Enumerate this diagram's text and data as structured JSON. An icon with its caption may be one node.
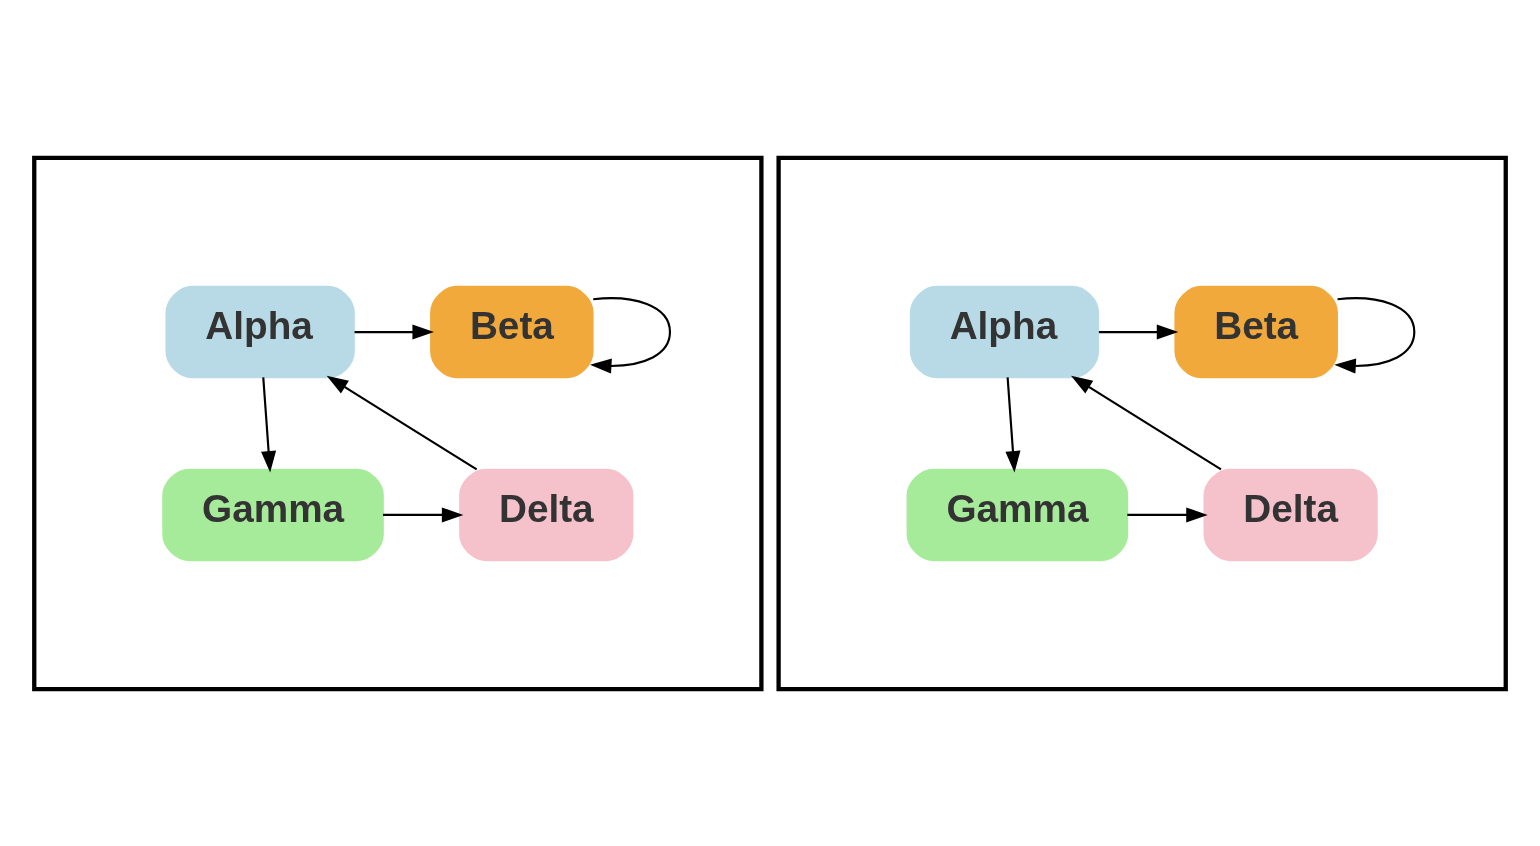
{
  "diagram": {
    "nodes": [
      {
        "text": [],
        "shape": "box"
      },
      {
        "text": [
          "Alpha"
        ],
        "in": 0
      },
      {
        "text": [
          "Beta"
        ],
        "in": 0
      },
      {
        "text": [
          "Gamma"
        ],
        "in": 0
      },
      {
        "text": [
          "Delta"
        ],
        "in": 0
      },
      {
        "text": [],
        "shape": "box"
      },
      {
        "text": [
          "Alpha"
        ],
        "in": 5
      },
      {
        "text": [
          "Beta"
        ],
        "in": 5
      },
      {
        "text": [
          "Gamma"
        ],
        "in": 5
      },
      {
        "text": [
          "Delta"
        ],
        "in": 5
      }
    ],
    "edges": [
      {
        "from": 1,
        "to": 2,
        "arrow": "to"
      },
      {
        "from": 1,
        "to": 3,
        "arrow": "to"
      },
      {
        "from": 3,
        "to": 4,
        "arrow": "to"
      },
      {
        "from": 4,
        "to": 1,
        "arrow": "to"
      },
      {
        "from": 2,
        "to": 2,
        "arrow": "to"
      },
      {
        "from": 6,
        "to": 7,
        "arrow": "to"
      },
      {
        "from": 6,
        "to": 8,
        "arrow": "to"
      },
      {
        "from": 8,
        "to": 9,
        "arrow": "to"
      },
      {
        "from": 9,
        "to": 6,
        "arrow": "to"
      },
      {
        "from": 7,
        "to": 7,
        "arrow": "to"
      }
    ]
  }
}
